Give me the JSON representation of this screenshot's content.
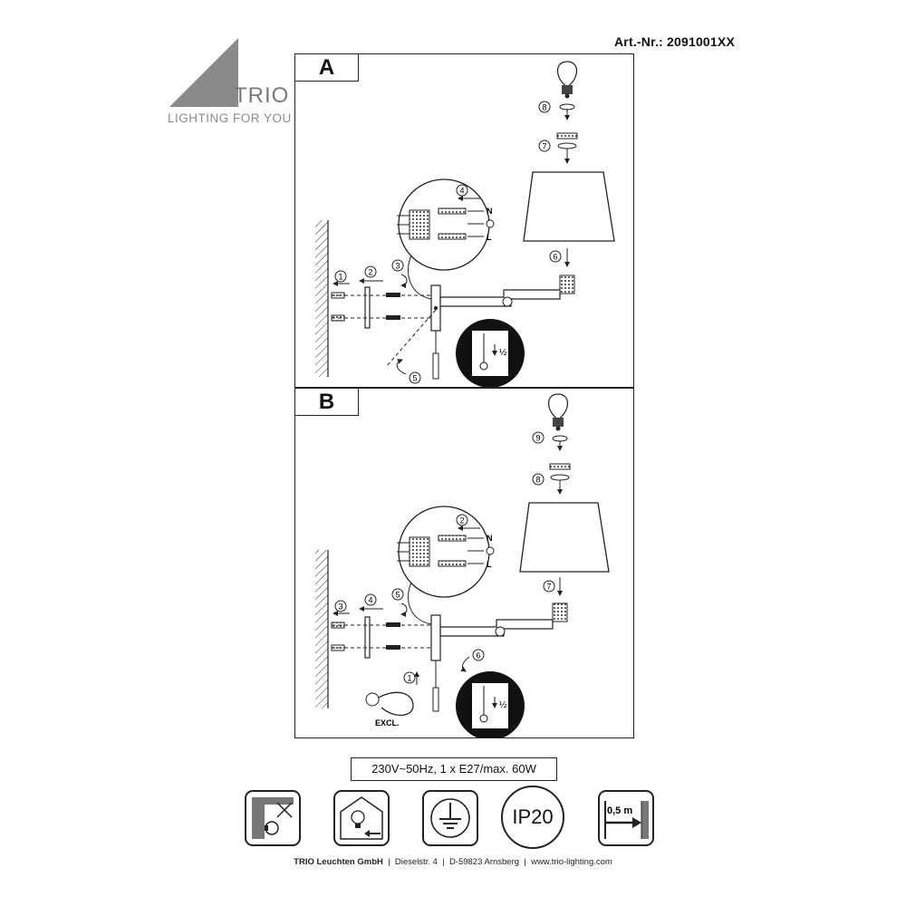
{
  "header": {
    "article_number": "Art.-Nr.: 2091001XX"
  },
  "brand": {
    "name": "TRIO",
    "tagline": "LIGHTING FOR YOU",
    "logo_color": "#8a8a8a"
  },
  "panels": [
    {
      "label": "A",
      "steps": [
        "1",
        "2",
        "3",
        "4",
        "5",
        "6",
        "7",
        "8"
      ],
      "wire_labels": [
        "N",
        "L"
      ],
      "ground_symbol": "ground-icon",
      "pull_fraction": "½"
    },
    {
      "label": "B",
      "steps": [
        "1",
        "2",
        "3",
        "4",
        "5",
        "6",
        "7",
        "8",
        "9"
      ],
      "wire_labels": [
        "N",
        "L"
      ],
      "ground_symbol": "ground-icon",
      "pull_fraction": "½",
      "excluded_note": "EXCL."
    }
  ],
  "spec": "230V~50Hz, 1 x E27/max.  60W",
  "symbols": [
    {
      "icon": "wall-mount-no-ceiling-icon"
    },
    {
      "icon": "bulb-replaceable-icon"
    },
    {
      "icon": "protective-earth-icon"
    },
    {
      "icon": "ip-rating-icon",
      "text": "IP20"
    },
    {
      "icon": "min-distance-icon",
      "text": "0,5 m"
    }
  ],
  "footer": {
    "company": "TRIO Leuchten GmbH",
    "street": "Dieselstr. 4",
    "city": "D-59823 Arnsberg",
    "web": "www.trio-lighting.com"
  }
}
